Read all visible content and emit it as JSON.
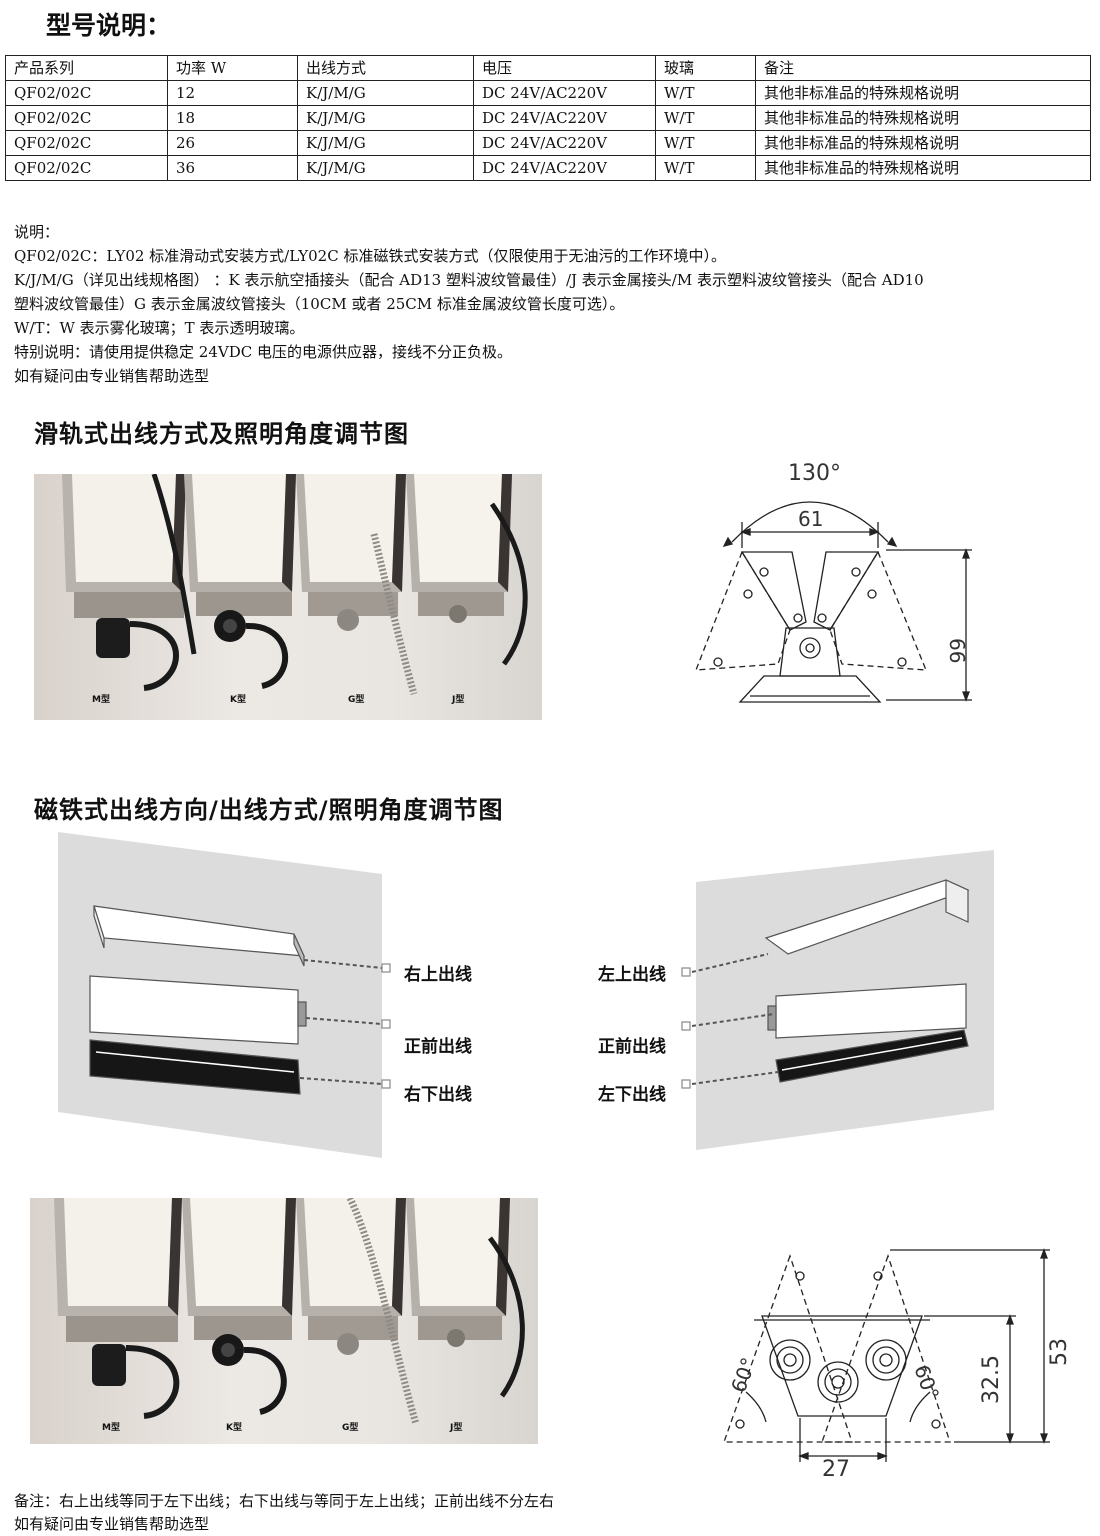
{
  "page_title": "型号说明：",
  "spec_table": {
    "headers": [
      "产品系列",
      "功率 W",
      "出线方式",
      "电压",
      "玻璃",
      "备注"
    ],
    "rows": [
      [
        "QF02/02C",
        "12",
        "K/J/M/G",
        "DC 24V/AC220V",
        "W/T",
        "其他非标准品的特殊规格说明"
      ],
      [
        "QF02/02C",
        "18",
        "K/J/M/G",
        "DC 24V/AC220V",
        "W/T",
        "其他非标准品的特殊规格说明"
      ],
      [
        "QF02/02C",
        "26",
        "K/J/M/G",
        "DC 24V/AC220V",
        "W/T",
        "其他非标准品的特殊规格说明"
      ],
      [
        "QF02/02C",
        "36",
        "K/J/M/G",
        "DC 24V/AC220V",
        "W/T",
        "其他非标准品的特殊规格说明"
      ]
    ]
  },
  "notes": [
    "说明：",
    "QF02/02C：LY02 标准滑动式安装方式/LY02C 标准磁铁式安装方式（仅限使用于无油污的工作环境中）。",
    "K/J/M/G（详见出线规格图）  ：K 表示航空插接头（配合 AD13 塑料波纹管最佳）/J 表示金属接头/M 表示塑料波纹管接头（配合 AD10",
    "塑料波纹管最佳）G 表示金属波纹管接头（10CM 或者 25CM 标准金属波纹管长度可选）。",
    "W/T：W 表示雾化玻璃；T 表示透明玻璃。",
    "特别说明：请使用提供稳定 24VDC 电压的电源供应器，接线不分正负极。",
    "如有疑问由专业销售帮助选型"
  ],
  "section1": {
    "title": "滑轨式出线方式及照明角度调节图",
    "photo_captions": [
      "M型",
      "K型",
      "G型",
      "J型"
    ],
    "dims": {
      "angle": "130°",
      "width": "61",
      "height": "66"
    }
  },
  "section2": {
    "title": "磁铁式出线方向/出线方式/照明角度调节图",
    "left_labels": [
      "右上出线",
      "正前出线",
      "右下出线"
    ],
    "right_labels": [
      "左上出线",
      "正前出线",
      "左下出线"
    ]
  },
  "section3": {
    "photo_captions": [
      "M型",
      "K型",
      "G型",
      "J型"
    ],
    "dims": {
      "angle_left": "60°",
      "angle_right": "60°",
      "width": "27",
      "inner_height": "32.5",
      "height": "53"
    }
  },
  "footer": [
    "备注：右上出线等同于左下出线；右下出线与等同于左上出线；正前出线不分左右",
    "如有疑问由专业销售帮助选型"
  ]
}
